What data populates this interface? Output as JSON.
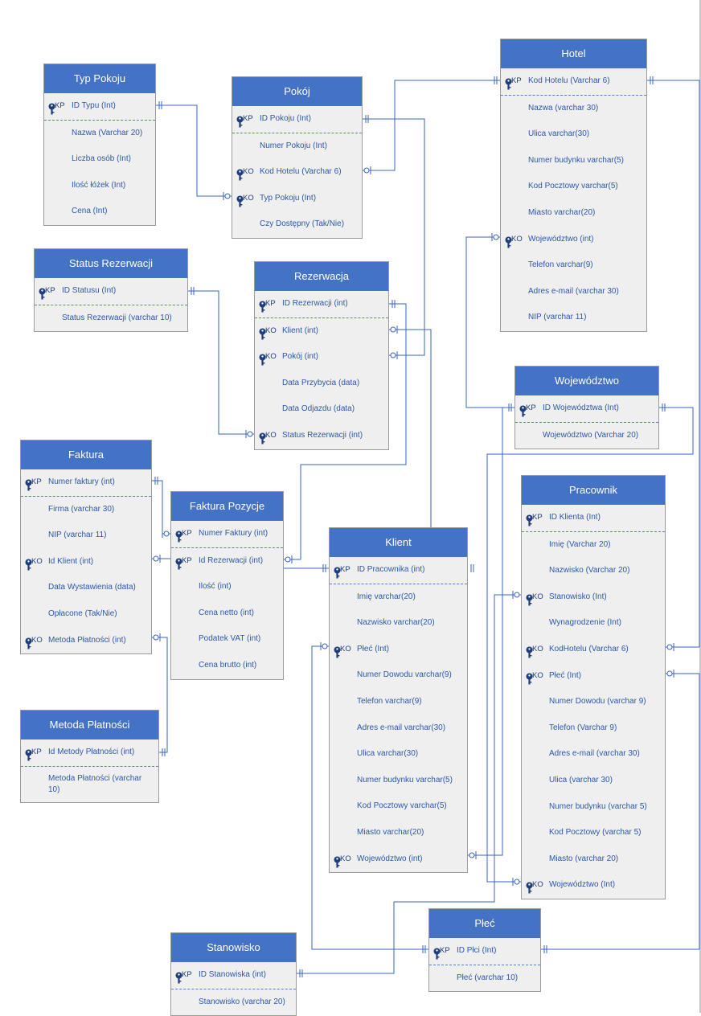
{
  "entities": {
    "typ_pokoju": {
      "title": "Typ Pokoju",
      "fields": [
        {
          "key": "KP",
          "name": "ID Typu (Int)"
        },
        {
          "name": "Nazwa (Varchar 20)"
        },
        {
          "name": "Liczba osób (Int)"
        },
        {
          "name": "Ilość łóżek (Int)"
        },
        {
          "name": "Cena (Int)"
        }
      ]
    },
    "pokoj": {
      "title": "Pokój",
      "fields": [
        {
          "key": "KP",
          "name": "ID Pokoju (Int)"
        },
        {
          "name": "Numer Pokoju (Int)"
        },
        {
          "key": "KO",
          "name": "Kod Hotelu (Varchar 6)"
        },
        {
          "key": "KO",
          "name": "Typ Pokoju (Int)"
        },
        {
          "name": "Czy Dostępny (Tak/Nie)"
        }
      ]
    },
    "hotel": {
      "title": "Hotel",
      "fields": [
        {
          "key": "KP",
          "name": "Kod Hotelu (Varchar 6)"
        },
        {
          "name": "Nazwa (varchar 30)"
        },
        {
          "name": "Ulica  varchar(30)"
        },
        {
          "name": "Numer budynku  varchar(5)"
        },
        {
          "name": "Kod Pocztowy  varchar(5)"
        },
        {
          "name": "Miasto  varchar(20)"
        },
        {
          "key": "KO",
          "name": "Województwo (int)"
        },
        {
          "name": "Telefon  varchar(9)"
        },
        {
          "name": "Adres e-mail (varchar 30)"
        },
        {
          "name": "NIP (varchar 11)"
        }
      ]
    },
    "status_rezerwacji": {
      "title": "Status Rezerwacji",
      "fields": [
        {
          "key": "KP",
          "name": "ID Statusu (Int)"
        },
        {
          "name": "Status Rezerwacji (varchar 10)"
        }
      ]
    },
    "rezerwacja": {
      "title": "Rezerwacja",
      "fields": [
        {
          "key": "KP",
          "name": "ID Rezerwacji (int)"
        },
        {
          "key": "KO",
          "name": "Klient (int)"
        },
        {
          "key": "KO",
          "name": "Pokój (int)"
        },
        {
          "name": "Data Przybycia (data)"
        },
        {
          "name": "Data Odjazdu (data)"
        },
        {
          "key": "KO",
          "name": "Status Rezerwacji (int)"
        }
      ]
    },
    "wojewodztwo": {
      "title": "Województwo",
      "fields": [
        {
          "key": "KP",
          "name": "ID Województwa (Int)"
        },
        {
          "name": "Województwo (Varchar 20)"
        }
      ]
    },
    "faktura": {
      "title": "Faktura",
      "fields": [
        {
          "key": "KP",
          "name": "Numer faktury (int)"
        },
        {
          "name": "Firma (varchar 30)"
        },
        {
          "name": "NIP (varchar 11)"
        },
        {
          "key": "KO",
          "name": "Id Klient (int)"
        },
        {
          "name": "Data Wystawienia (data)"
        },
        {
          "name": "Opłacone (Tak/Nie)"
        },
        {
          "key": "KO",
          "name": "Metoda Płatności (int)"
        }
      ]
    },
    "faktura_pozycje": {
      "title": "Faktura Pozycje",
      "fields": [
        {
          "key": "KP",
          "name": "Numer Faktury (int)"
        },
        {
          "key": "KP",
          "name": "Id Rezerwacji (int)"
        },
        {
          "name": "Ilość (int)"
        },
        {
          "name": "Cena netto (int)"
        },
        {
          "name": "Podatek VAT (int)"
        },
        {
          "name": "Cena brutto (int)"
        }
      ]
    },
    "pracownik": {
      "title": "Pracownik",
      "fields": [
        {
          "key": "KP",
          "name": "ID Klienta (Int)"
        },
        {
          "name": "Imię (Varchar 20)"
        },
        {
          "name": "Nazwisko (Varchar 20)"
        },
        {
          "key": "KO",
          "name": "Stanowisko (Int)"
        },
        {
          "name": "Wynagrodzenie (Int)"
        },
        {
          "key": "KO",
          "name": "KodHotelu (Varchar 6)"
        },
        {
          "key": "KO",
          "name": "Płeć (Int)"
        },
        {
          "name": "Numer Dowodu (varchar 9)"
        },
        {
          "name": "Telefon (Varchar 9)"
        },
        {
          "name": "Adres e-mail (varchar 30)"
        },
        {
          "name": "Ulica (varchar 30)"
        },
        {
          "name": "Numer budynku (varchar 5)"
        },
        {
          "name": "Kod Pocztowy (varchar 5)"
        },
        {
          "name": "Miasto (varchar 20)"
        },
        {
          "key": "KO",
          "name": "Województwo (Int)"
        }
      ]
    },
    "klient": {
      "title": "Klient",
      "fields": [
        {
          "key": "KP",
          "name": "ID Pracownika (int)"
        },
        {
          "name": "Imię varchar(20)"
        },
        {
          "name": "Nazwisko varchar(20)"
        },
        {
          "key": "KO",
          "name": "Płeć (Int)"
        },
        {
          "name": "Numer Dowodu  varchar(9)"
        },
        {
          "name": "Telefon  varchar(9)"
        },
        {
          "name": "Adres e-mail  varchar(30)"
        },
        {
          "name": "Ulica  varchar(30)"
        },
        {
          "name": "Numer budynku  varchar(5)"
        },
        {
          "name": "Kod Pocztowy  varchar(5)"
        },
        {
          "name": "Miasto  varchar(20)"
        },
        {
          "key": "KO",
          "name": "Województwo (int)"
        }
      ]
    },
    "metoda_platnosci": {
      "title": "Metoda Płatności",
      "fields": [
        {
          "key": "KP",
          "name": "Id Metody Płatności  (int)"
        },
        {
          "name": "Metoda Płatności (varchar 10)",
          "wrap": true
        }
      ]
    },
    "plec": {
      "title": "Płeć",
      "fields": [
        {
          "key": "KP",
          "name": "ID Płci (Int)"
        },
        {
          "name": "Płeć (varchar 10)"
        }
      ]
    },
    "stanowisko": {
      "title": "Stanowisko",
      "fields": [
        {
          "key": "KP",
          "name": "ID Stanowiska (int)"
        },
        {
          "name": "Stanowisko (varchar 20)"
        }
      ]
    }
  },
  "colors": {
    "header": "#4472c4",
    "body": "#efefef",
    "line": "#3a63c0",
    "text": "#2e57a6",
    "key": "#1f3d7a"
  }
}
